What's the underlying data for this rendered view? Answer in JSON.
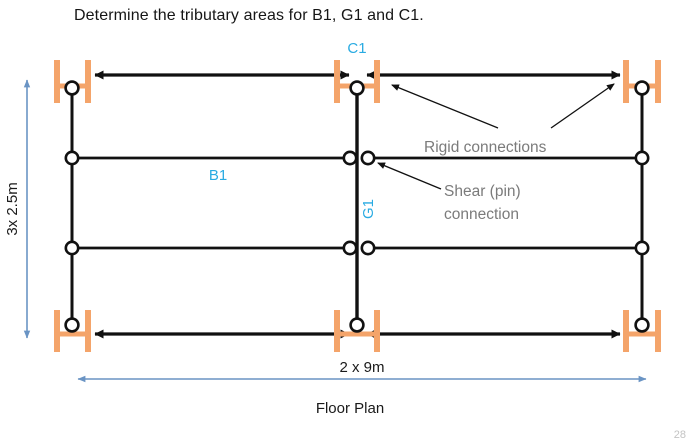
{
  "slide": {
    "title": "Determine the tributary areas for B1, G1 and C1.",
    "caption": "Floor Plan",
    "page_number": "28"
  },
  "colors": {
    "accent_blue": "#29abe2",
    "rigid_orange": "#f4a46a",
    "dimension_blue": "#6a94c4",
    "annotation_gray": "#7b7b7b",
    "member_black": "#111111",
    "node_fill": "#ffffff"
  },
  "labels": {
    "column": "C1",
    "beam": "B1",
    "girder": "G1",
    "rigid": "Rigid connections",
    "shear_line1": "Shear (pin)",
    "shear_line2": "connection"
  },
  "dimensions": {
    "vertical": "3x 2.5m",
    "horizontal": "2 x 9m"
  },
  "legend": {
    "rigid_symbol": "rigid-connection-symbol",
    "pin_symbol": "pin-node-symbol"
  },
  "geometry": {
    "columns_x": [
      72,
      357,
      642
    ],
    "rows_y": [
      85,
      158,
      248,
      325
    ],
    "grid_note": "3 columns x 4 rows of framing nodes"
  }
}
